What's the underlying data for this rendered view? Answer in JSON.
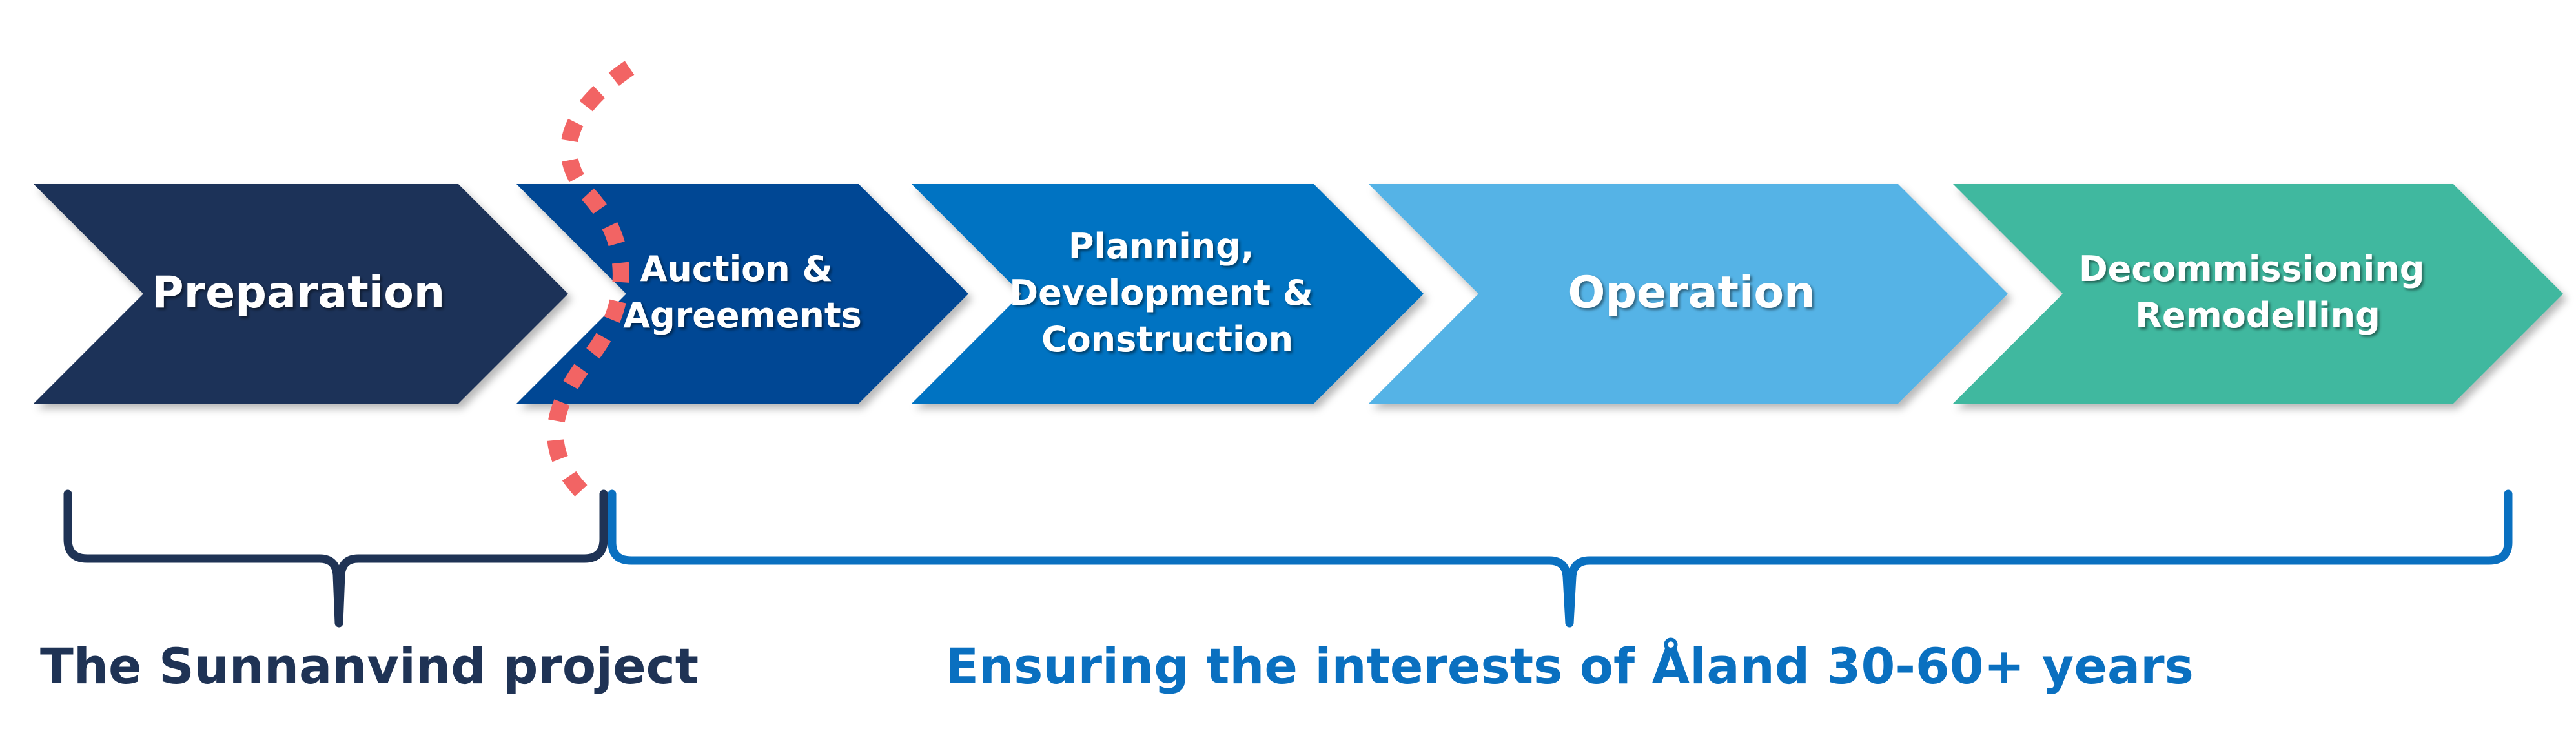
{
  "stages": [
    {
      "label_lines": [
        "Preparation"
      ],
      "color": "#1f3358"
    },
    {
      "label_lines": [
        "Auction &",
        "Agreements"
      ],
      "color": "#034694"
    },
    {
      "label_lines": [
        "Planning,",
        "Development &",
        "Construction"
      ],
      "color": "#0273c2"
    },
    {
      "label_lines": [
        "Operation"
      ],
      "color": "#55b3e6"
    },
    {
      "label_lines": [
        "Decommissioning",
        "Remodelling"
      ],
      "color": "#41b89f"
    }
  ],
  "brackets": {
    "left": {
      "caption": "The Sunnanvind project",
      "color": "#1f3355"
    },
    "right": {
      "caption": "Ensuring the interests of Åland 30-60+ years",
      "color": "#0a70c0"
    }
  },
  "divider": {
    "color": "#f26464",
    "style": "dotted-curve"
  }
}
